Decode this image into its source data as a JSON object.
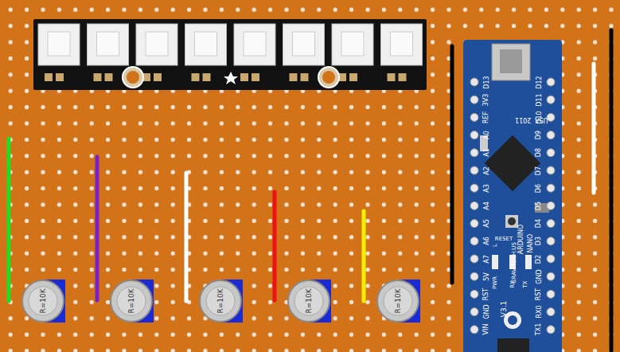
{
  "diagram": {
    "nodes": [
      {
        "text": [
          "R=10K"
        ]
      },
      {
        "text": [
          "R=10K"
        ]
      },
      {
        "text": [
          "R=10K"
        ]
      },
      {
        "text": [
          "R=10K"
        ]
      },
      {
        "text": [
          "R=10K"
        ]
      }
    ],
    "labels": [
      "D13",
      "3V3",
      "REF",
      "A0",
      "A1",
      "A2",
      "A3",
      "A4",
      "A5",
      "A6",
      "A7",
      "5V",
      "RST",
      "GND",
      "VIN",
      "D12",
      "D11",
      "D10",
      "D9",
      "D8",
      "D7",
      "D6",
      "D5",
      "D4",
      "D3",
      "D2",
      "GND",
      "RST",
      "RX0",
      "TX1",
      "USA",
      "2011",
      "RESET",
      "ARDUINO",
      "NANO",
      "V3.1",
      "GRAVITECH.US",
      "PWR",
      "RX",
      "TX",
      "L"
    ]
  }
}
